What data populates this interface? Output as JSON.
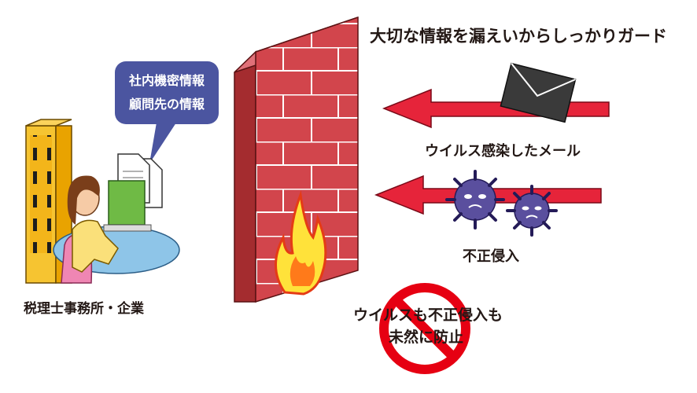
{
  "headline": "大切な情報を漏えいからしっかりガード",
  "bubble": {
    "line1": "社内機密情報",
    "line2": "顧問先の情報"
  },
  "office_label": "税理士事務所・企業",
  "threats": {
    "virus_mail": "ウイルス感染したメール",
    "intrusion": "不正侵入"
  },
  "prevention": {
    "line1": "ウイルスも不正侵入も",
    "line2": "未然に防止"
  },
  "colors": {
    "arrow_red": "#e6243a",
    "brick": "#d2454c",
    "mortar": "#ffffff",
    "bubble": "#4b55a0",
    "virus": "#5a4f9e",
    "ban_red": "#e60012",
    "building": "#f3b51a",
    "envelope": "#3a3a3a"
  },
  "icons": [
    "building-icon",
    "woman-at-computer-icon",
    "document-icon",
    "envelope-icon",
    "virus-icon",
    "fire-icon",
    "prohibition-icon",
    "firewall-icon",
    "arrow-icon"
  ]
}
